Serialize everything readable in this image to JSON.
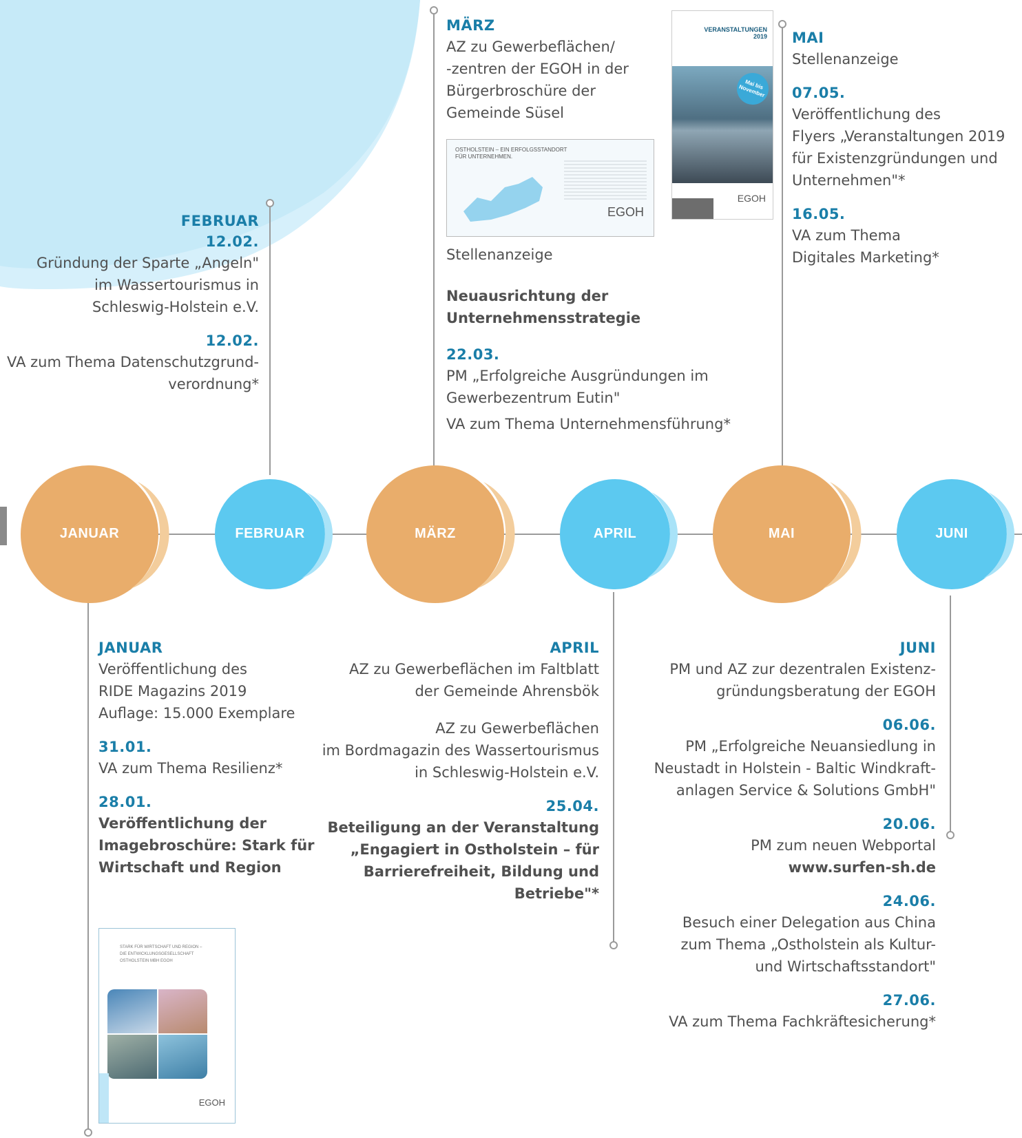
{
  "colors": {
    "accent_blue": "#1a7ea8",
    "orange": "#e9ad6b",
    "light_blue": "#5cc9f0",
    "line_grey": "#9a9a9a",
    "bg_blob": "#d3effa"
  },
  "circles": [
    {
      "label": "JANUAR",
      "color": "orange"
    },
    {
      "label": "FEBRUAR",
      "color": "blue"
    },
    {
      "label": "MÄRZ",
      "color": "orange"
    },
    {
      "label": "APRIL",
      "color": "blue"
    },
    {
      "label": "MAI",
      "color": "orange"
    },
    {
      "label": "JUNI",
      "color": "blue"
    }
  ],
  "februar": {
    "heading": "FEBRUAR",
    "date1": "12.02.",
    "text1_l1": "Gründung der Sparte „Angeln\"",
    "text1_l2": "im Wassertourismus in",
    "text1_l3": "Schleswig-Holstein e.V.",
    "date2": "12.02.",
    "text2_l1": "VA zum Thema Datenschutzgrund-",
    "text2_l2": "verordnung*"
  },
  "maerz": {
    "heading": "MÄRZ",
    "text1_l1": "AZ zu Gewerbeflächen/",
    "text1_l2": "-zentren der EGOH in der",
    "text1_l3": "Bürgerbroschüre der",
    "text1_l4": "Gemeinde Süsel",
    "ad_title_l1": "OSTHOLSTEIN – EIN ERFOLGSSTANDORT",
    "ad_title_l2": "FÜR UNTERNEHMEN.",
    "ad_logo": "EGOH",
    "text2": "Stellenanzeige",
    "bold_l1": "Neuausrichtung der",
    "bold_l2": "Unternehmensstrategie",
    "date1": "22.03.",
    "text3_l1": "PM „Erfolgreiche Ausgründungen im",
    "text3_l2": "Gewerbezentrum Eutin\"",
    "text4": "VA zum Thema Unternehmensführung*"
  },
  "mai": {
    "flyer_title_l1": "VERANSTALTUNGEN",
    "flyer_title_l2": "2019",
    "flyer_badge_l1": "Mai bis",
    "flyer_badge_l2": "November",
    "flyer_logo": "EGOH",
    "heading": "MAI",
    "text1": "Stellenanzeige",
    "date1": "07.05.",
    "text2_l1": "Veröffentlichung des",
    "text2_l2": "Flyers „Veranstaltungen  2019",
    "text2_l3": "für Existenzgründungen und",
    "text2_l4": "Unternehmen\"*",
    "date2": "16.05.",
    "text3_l1": "VA zum Thema",
    "text3_l2": "Digitales Marketing*"
  },
  "januar": {
    "heading": "JANUAR",
    "text1_l1": "Veröffentlichung des",
    "text1_l2": "RIDE Magazins 2019",
    "text1_l3": "Auflage: 15.000 Exemplare",
    "date1": "31.01.",
    "text2": "VA zum Thema Resilienz*",
    "date2": "28.01.",
    "bold_l1": "Veröffentlichung der",
    "bold_l2": "Imagebroschüre: Stark für",
    "bold_l3": "Wirtschaft und Region",
    "brochure_l1": "STARK FÜR WIRTSCHAFT UND REGION –",
    "brochure_l2": "DIE ENTWICKLUNGSGESELLSCHAFT",
    "brochure_l3": "OSTHOLSTEIN MBH EGOH",
    "brochure_logo": "EGOH"
  },
  "april": {
    "heading": "APRIL",
    "text1_l1": "AZ zu Gewerbeflächen im Faltblatt",
    "text1_l2": "der Gemeinde Ahrensbök",
    "text2_l1": "AZ zu Gewerbeflächen",
    "text2_l2": "im Bordmagazin des Wassertourismus",
    "text2_l3": "in Schleswig-Holstein e.V.",
    "date1": "25.04.",
    "bold_l1": "Beteiligung an der Veranstaltung",
    "bold_l2": "„Engagiert in Ostholstein – für",
    "bold_l3": "Barrierefreiheit, Bildung und",
    "bold_l4": "Betriebe\"*"
  },
  "juni": {
    "heading": "JUNI",
    "text1_l1": "PM und AZ  zur dezentralen Existenz-",
    "text1_l2": "gründungsberatung  der EGOH",
    "date1": "06.06.",
    "text2_l1": "PM „Erfolgreiche Neuansiedlung in",
    "text2_l2": "Neustadt in Holstein - Baltic Windkraft-",
    "text2_l3": "anlagen Service & Solutions GmbH\"",
    "date2": "20.06.",
    "text3_l1": "PM zum neuen Webportal",
    "text3_l2": "www.surfen-sh.de",
    "date3": "24.06.",
    "text4_l1": "Besuch einer Delegation aus China",
    "text4_l2": "zum Thema „Ostholstein als Kultur-",
    "text4_l3": "und Wirtschaftsstandort\"",
    "date4": "27.06.",
    "text5": "VA zum Thema Fachkräftesicherung*"
  }
}
